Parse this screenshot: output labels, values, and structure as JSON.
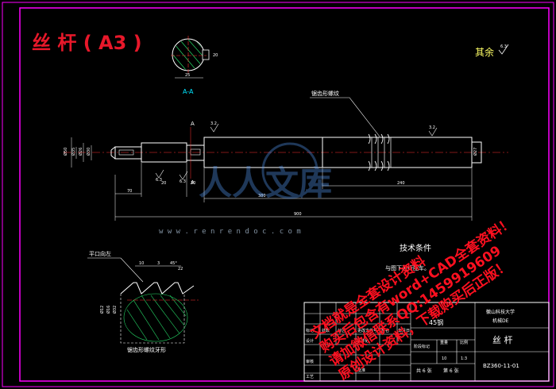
{
  "title": "丝 杆 ( A3 )",
  "section": {
    "label": "A-A",
    "dims": [
      "20",
      "25"
    ]
  },
  "surface_note": {
    "label": "其余",
    "value": "6.3"
  },
  "thread_callout": "锯齿形螺纹",
  "dimensions": {
    "diameters": [
      "Ø50",
      "Ø35",
      "Ø26",
      "Ø30",
      "Ø27"
    ],
    "lengths": [
      "70",
      "20",
      "30",
      "380",
      "240",
      "900"
    ],
    "roughness": [
      "6.3",
      "6.3",
      "3.2",
      "3.2"
    ],
    "section_marks": [
      "A",
      "A"
    ]
  },
  "tech_req": {
    "heading": "技术条件",
    "line1": "与图下进行配车。"
  },
  "detail": {
    "label": "平口向左",
    "caption": "锯齿形螺纹牙形",
    "dims": [
      "10",
      "3",
      "45°",
      "22",
      "Ø12",
      "Ø16",
      "Ø32"
    ]
  },
  "watermarks": {
    "center": "人人文库",
    "url": "w w w . r e n r e n d o c . c o m",
    "lines": [
      "文档就是全套设计资料",
      "购买后包含有word+CAD全套资料！",
      "请加微信联系QQ:1459919609",
      "原创设计资料，下载购买后正版！"
    ]
  },
  "title_block": {
    "material": "45钢",
    "school": "徽山科技大学",
    "dept": "机械DE",
    "part_name": "丝 杆",
    "drawing_no": "BZ360-11-01",
    "qty_hdr": "数量",
    "weight_hdr": "重量",
    "scale_hdr": "比例",
    "qty": "10",
    "scale": "1:3",
    "sheets": "共 6 张",
    "sheet": "第 6 张",
    "stage_hdr": "阶段标记",
    "sign_hdr": "签名",
    "date_hdr": "年月日",
    "mark_hdr": "标记",
    "count_hdr": "处数",
    "zone_hdr": "分区",
    "doc_hdr": "更改文件号",
    "design": "设计",
    "std": "标准化",
    "review": "审核",
    "process": "工艺",
    "approve": "批准"
  }
}
